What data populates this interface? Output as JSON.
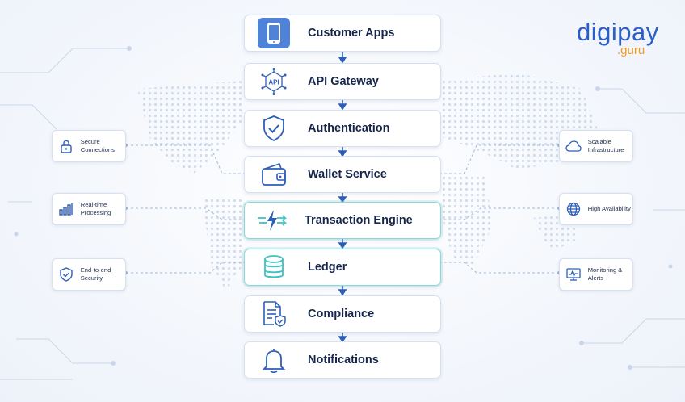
{
  "brand": {
    "part1": "digi",
    "part2": "pay",
    "sub": ".guru"
  },
  "colors": {
    "accent": "#2b5fc5",
    "orange": "#f39a1e",
    "teal": "#3fc2c4",
    "navy": "#16264a"
  },
  "layers": [
    {
      "label": "Customer Apps",
      "icon": "smartphone-icon"
    },
    {
      "label": "API Gateway",
      "icon": "api-network-icon",
      "icon_text": "API"
    },
    {
      "label": "Authentication",
      "icon": "shield-check-icon"
    },
    {
      "label": "Wallet Service",
      "icon": "wallet-icon"
    },
    {
      "label": "Transaction Engine",
      "icon": "lightning-transfer-icon"
    },
    {
      "label": "Ledger",
      "icon": "database-icon"
    },
    {
      "label": "Compliance",
      "icon": "document-shield-icon"
    },
    {
      "label": "Notifications",
      "icon": "bell-icon"
    }
  ],
  "features_left": [
    {
      "label": "Secure Connections",
      "icon": "lock-icon"
    },
    {
      "label": "Real-time Processing",
      "icon": "bar-chart-icon"
    },
    {
      "label": "End-to-end Security",
      "icon": "shield-check-icon"
    }
  ],
  "features_right": [
    {
      "label": "Scalable Infrastructure",
      "icon": "cloud-icon"
    },
    {
      "label": "High Availability",
      "icon": "globe-icon"
    },
    {
      "label": "Monitoring & Alerts",
      "icon": "monitor-icon"
    }
  ]
}
